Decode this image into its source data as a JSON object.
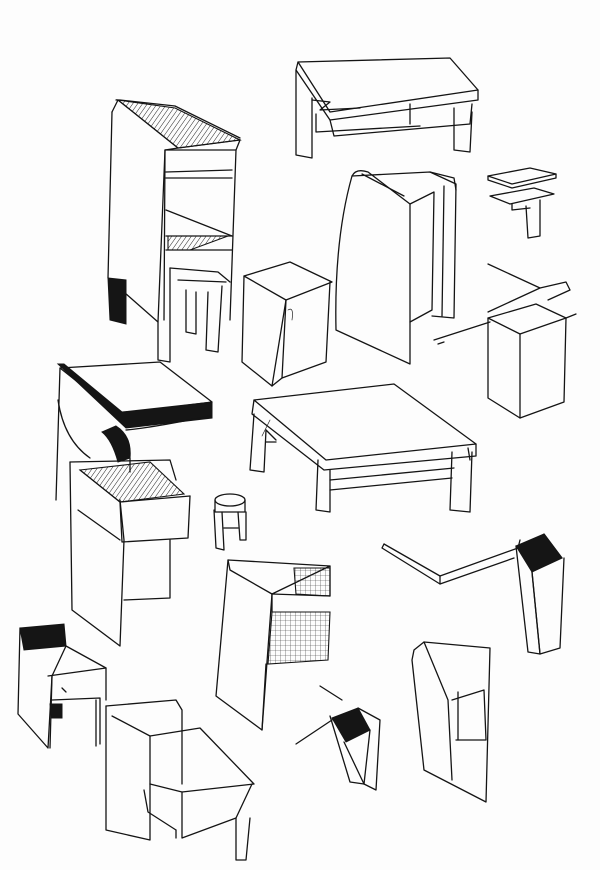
{
  "sheet": {
    "paper_color": "#fdfdfd",
    "ink_color": "#141414"
  },
  "sketches": [
    {
      "id": "tall-shelf-unit"
    },
    {
      "id": "low-table-top"
    },
    {
      "id": "tiny-stacked-stand"
    },
    {
      "id": "panel-cabinet"
    },
    {
      "id": "small-cube-stool"
    },
    {
      "id": "corner-table-with-cube"
    },
    {
      "id": "dark-edged-desk"
    },
    {
      "id": "wide-low-table"
    },
    {
      "id": "small-round-stool"
    },
    {
      "id": "box-cabinet"
    },
    {
      "id": "grid-panel-cabinet"
    },
    {
      "id": "l-shaped-desk"
    },
    {
      "id": "tall-pedestal"
    },
    {
      "id": "armchair-sketch"
    },
    {
      "id": "small-wedge-table"
    },
    {
      "id": "folded-screen"
    },
    {
      "id": "bench-chair"
    }
  ]
}
